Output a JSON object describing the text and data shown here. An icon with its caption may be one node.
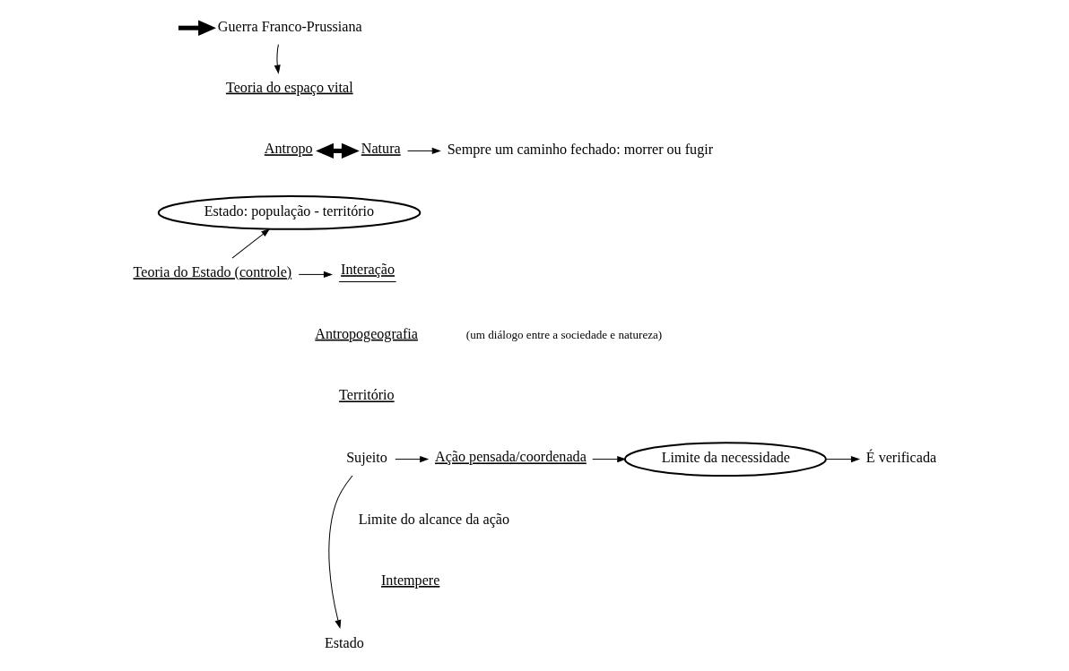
{
  "diagram": {
    "nodes": [
      {
        "text": [
          "Guerra Franco-Prussiana"
        ]
      },
      {
        "text": [
          "Teoria do espaço vital"
        ]
      },
      {
        "text": [
          "Antropo"
        ]
      },
      {
        "text": [
          "Natura"
        ]
      },
      {
        "text": [
          "Sempre um caminho fechado: morrer ou fugir"
        ]
      },
      {
        "text": [
          "Estado: população - território"
        ]
      },
      {
        "text": [
          "Interação"
        ]
      },
      {
        "text": [
          "Teoria do Estado (controle)"
        ]
      },
      {
        "text": [
          "Sujeito"
        ]
      },
      {
        "text": [
          "Ação pensada/coordenada"
        ]
      },
      {
        "text": [
          "Limite da necessidade"
        ]
      },
      {
        "text": [
          "É verificada"
        ]
      },
      {
        "text": [
          "Estado"
        ]
      }
    ],
    "edges": [
      {
        "from": null,
        "to": 0,
        "arrow": "to",
        "style": "thick"
      },
      {
        "from": 0,
        "to": 1,
        "arrow": "to"
      },
      {
        "from": 2,
        "to": 3,
        "arrow": "both",
        "style": "thick"
      },
      {
        "from": 3,
        "to": 4,
        "arrow": "to"
      },
      {
        "from": 7,
        "to": 5,
        "arrow": "to"
      },
      {
        "from": 7,
        "to": 6,
        "arrow": "to"
      },
      {
        "from": 8,
        "to": 9,
        "arrow": "to"
      },
      {
        "from": 9,
        "to": 10,
        "arrow": "to"
      },
      {
        "from": 10,
        "to": 11,
        "arrow": "to"
      },
      {
        "from": 8,
        "to": 12,
        "arrow": "to"
      }
    ],
    "labels": [
      "Antropogeografia",
      "(um diálogo entre a sociedade e natureza)",
      "Território",
      "Limite do alcance da ação",
      "Intempere"
    ]
  }
}
